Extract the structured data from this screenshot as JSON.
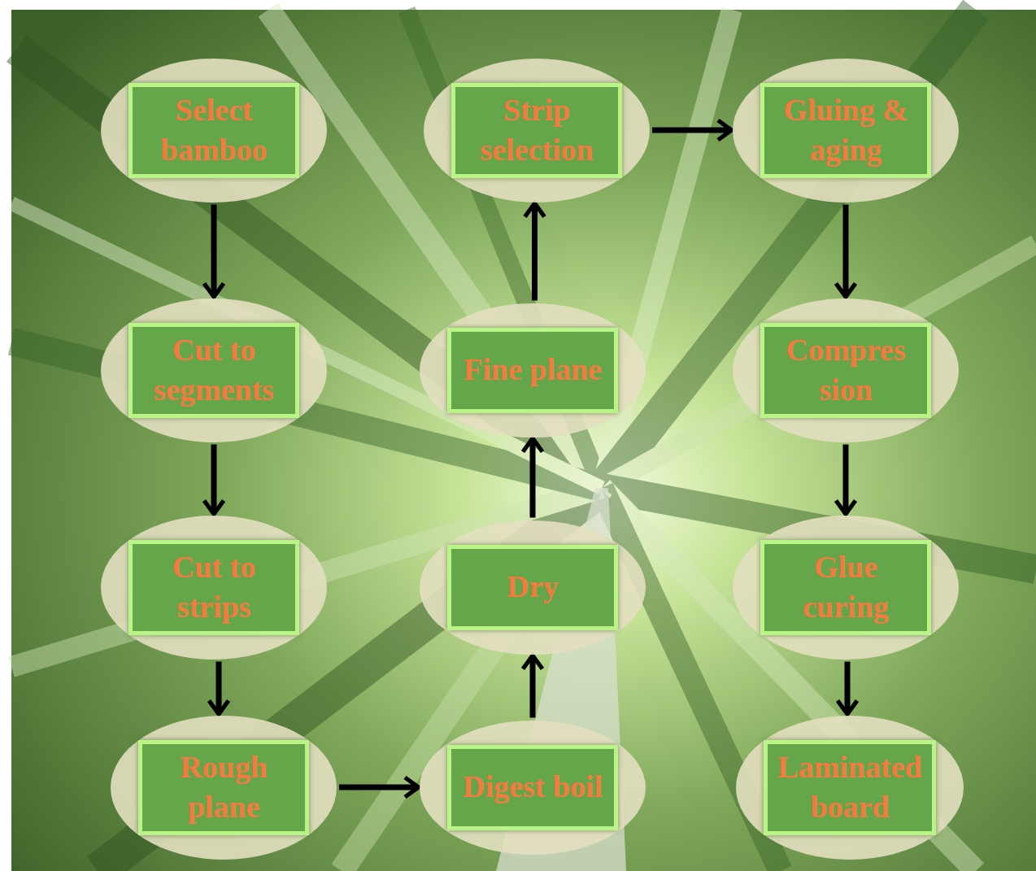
{
  "diagram": {
    "nodes": [
      {
        "text": [
          "Select bamboo"
        ]
      },
      {
        "text": [
          "Cut to segments"
        ]
      },
      {
        "text": [
          "Cut to strips"
        ]
      },
      {
        "text": [
          "Rough plane"
        ]
      },
      {
        "text": [
          "Digest boil"
        ]
      },
      {
        "text": [
          "Dry"
        ]
      },
      {
        "text": [
          "Fine plane"
        ]
      },
      {
        "text": [
          "Strip selection"
        ]
      },
      {
        "text": [
          "Gluing & aging"
        ]
      },
      {
        "text": [
          "Compres sion"
        ]
      },
      {
        "text": [
          "Glue curing"
        ]
      },
      {
        "text": [
          "Laminated board"
        ]
      }
    ],
    "edges": [
      {
        "from": 0,
        "to": 1,
        "arrow": "to"
      },
      {
        "from": 1,
        "to": 2,
        "arrow": "to"
      },
      {
        "from": 2,
        "to": 3,
        "arrow": "to"
      },
      {
        "from": 3,
        "to": 4,
        "arrow": "to"
      },
      {
        "from": 4,
        "to": 5,
        "arrow": "to"
      },
      {
        "from": 5,
        "to": 6,
        "arrow": "to"
      },
      {
        "from": 6,
        "to": 7,
        "arrow": "to"
      },
      {
        "from": 7,
        "to": 8,
        "arrow": "to"
      },
      {
        "from": 8,
        "to": 9,
        "arrow": "to"
      },
      {
        "from": 9,
        "to": 10,
        "arrow": "to"
      },
      {
        "from": 10,
        "to": 11,
        "arrow": "to"
      }
    ]
  }
}
